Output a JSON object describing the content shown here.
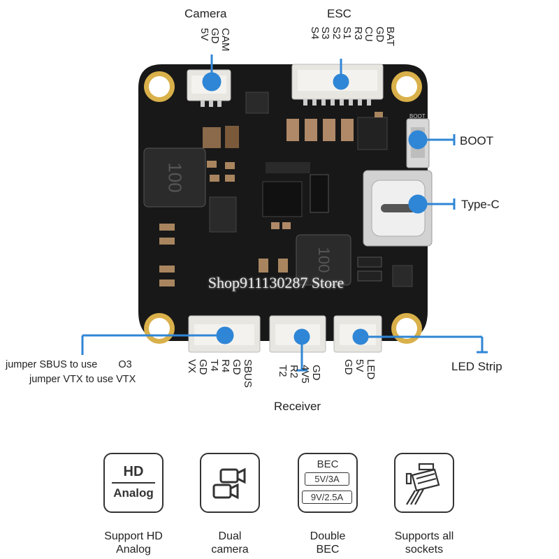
{
  "labels": {
    "camera": "Camera",
    "esc": "ESC",
    "boot": "BOOT",
    "type_c": "Type-C",
    "led_strip": "LED Strip",
    "receiver": "Receiver",
    "jumper_line1": "jumper SBUS to use",
    "jumper_line1_suffix": "O3",
    "jumper_line2": "jumper VTX to use VTX"
  },
  "pins": {
    "camera": [
      "CAM",
      "GD",
      "5V"
    ],
    "esc": [
      "BAT",
      "GD",
      "CU",
      "R3",
      "S1",
      "S2",
      "S3",
      "S4"
    ],
    "uart_left": [
      "VX",
      "GD",
      "T4",
      "R4",
      "GD",
      "SBUS"
    ],
    "receiver": [
      "T2",
      "R2",
      "4V5",
      "GD"
    ],
    "led": [
      "GD",
      "5V",
      "LED"
    ]
  },
  "board": {
    "inductor_text_1": "100",
    "inductor_text_2": "100",
    "boot_silk": "BOOT"
  },
  "watermark": "Shop911130287 Store",
  "features": [
    {
      "icon": "hd-analog-icon",
      "caption": [
        "Support HD",
        "Analog"
      ],
      "icon_text": [
        "HD",
        "Analog"
      ]
    },
    {
      "icon": "dual-camera-icon",
      "caption": [
        "Dual",
        "camera"
      ]
    },
    {
      "icon": "double-bec-icon",
      "caption": [
        "Double",
        "BEC"
      ],
      "icon_text": [
        "BEC",
        "5V/3A",
        "9V/2.5A"
      ]
    },
    {
      "icon": "sockets-icon",
      "caption": [
        "Supports all",
        "sockets"
      ]
    }
  ],
  "colors": {
    "board": "#1a1a1a",
    "pointer": "#2f86d6",
    "gold": "#d9b04a",
    "connector": "#e8e6e1"
  }
}
